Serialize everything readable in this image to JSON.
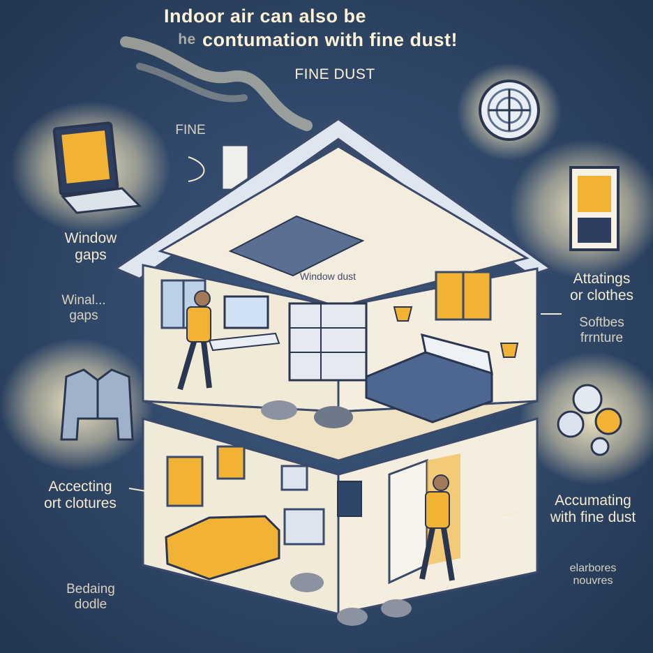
{
  "title": {
    "line1": "Indoor air can also be",
    "line2_prefix": "he",
    "line2": "contumation with fine dust!"
  },
  "subtitle": "FINE DUST",
  "labels": {
    "fine": "FINE",
    "window_dust": "Window dust",
    "window_gaps": "Window\ngaps",
    "winal_gaps": "Winal...\ngaps",
    "attracting_clothes": "Attatings\nor clothes",
    "softbes_furniture": "Softbes\nfrrnture",
    "accecting_clotures": "Accecting\nort clotures",
    "accumating_fine_dust": "Accumating\nwith fine dust",
    "bedding_dodle": "Bedaing\ndodle",
    "elarbores_nouvres": "elarbores\nnouvres"
  },
  "colors": {
    "background": "#2f4668",
    "accent": "#f2b233",
    "dust": "#f2e6c4",
    "wall": "#f4ecdc",
    "outline": "#3a4a6b"
  }
}
